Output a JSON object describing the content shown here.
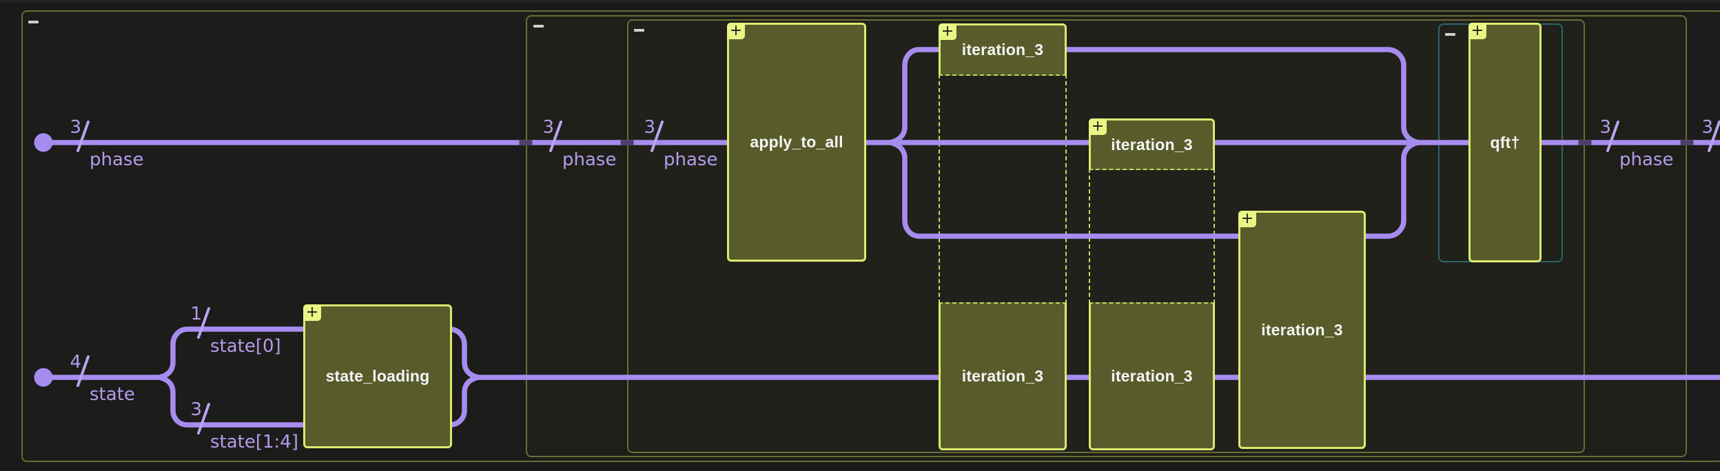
{
  "diagram": "quantum-circuit",
  "colors": {
    "background": "#1a1a1a",
    "wire": "#a78cf0",
    "wire_label": "#b49cea",
    "wire_notch": "#4c4168",
    "gate_fill": "#585c2b",
    "gate_border": "#dcea6e",
    "badge_bg": "#e9f584",
    "badge_fg": "#1d1d1d",
    "container_border": "#6b6d35",
    "qft_group_border": "#2e6570",
    "collapse_icon": "#cfcfcf",
    "gate_text": "#f5f5f5"
  },
  "containers": {
    "outer": {
      "collapse_label": "−"
    },
    "middle": {
      "collapse_label": "−"
    },
    "inner": {
      "collapse_label": "−"
    },
    "qft_group": {
      "collapse_label": "−"
    }
  },
  "gates": {
    "state_loading": {
      "label": "state_loading",
      "expand_label": "+"
    },
    "apply_to_all": {
      "label": "apply_to_all",
      "expand_label": "+"
    },
    "iteration_top": {
      "label": "iteration_3",
      "expand_label": "+"
    },
    "iteration_mid": {
      "label": "iteration_3",
      "expand_label": "+"
    },
    "iteration_right": {
      "label": "iteration_3",
      "expand_label": "+"
    },
    "qft_dagger": {
      "label": "qft†",
      "expand_label": "+"
    }
  },
  "registers": {
    "phase": {
      "size": "3",
      "name": "phase"
    },
    "state": {
      "size": "4",
      "name": "state"
    }
  },
  "wire_labels": [
    {
      "size": "3",
      "name": "phase"
    },
    {
      "size": "3",
      "name": "phase"
    },
    {
      "size": "3",
      "name": "phase"
    },
    {
      "size": "3",
      "name": "phase"
    },
    {
      "size": "3",
      "name": ""
    },
    {
      "size": "4",
      "name": "state"
    },
    {
      "size": "1",
      "name": "state[0]"
    },
    {
      "size": "3",
      "name": "state[1:4]"
    }
  ]
}
